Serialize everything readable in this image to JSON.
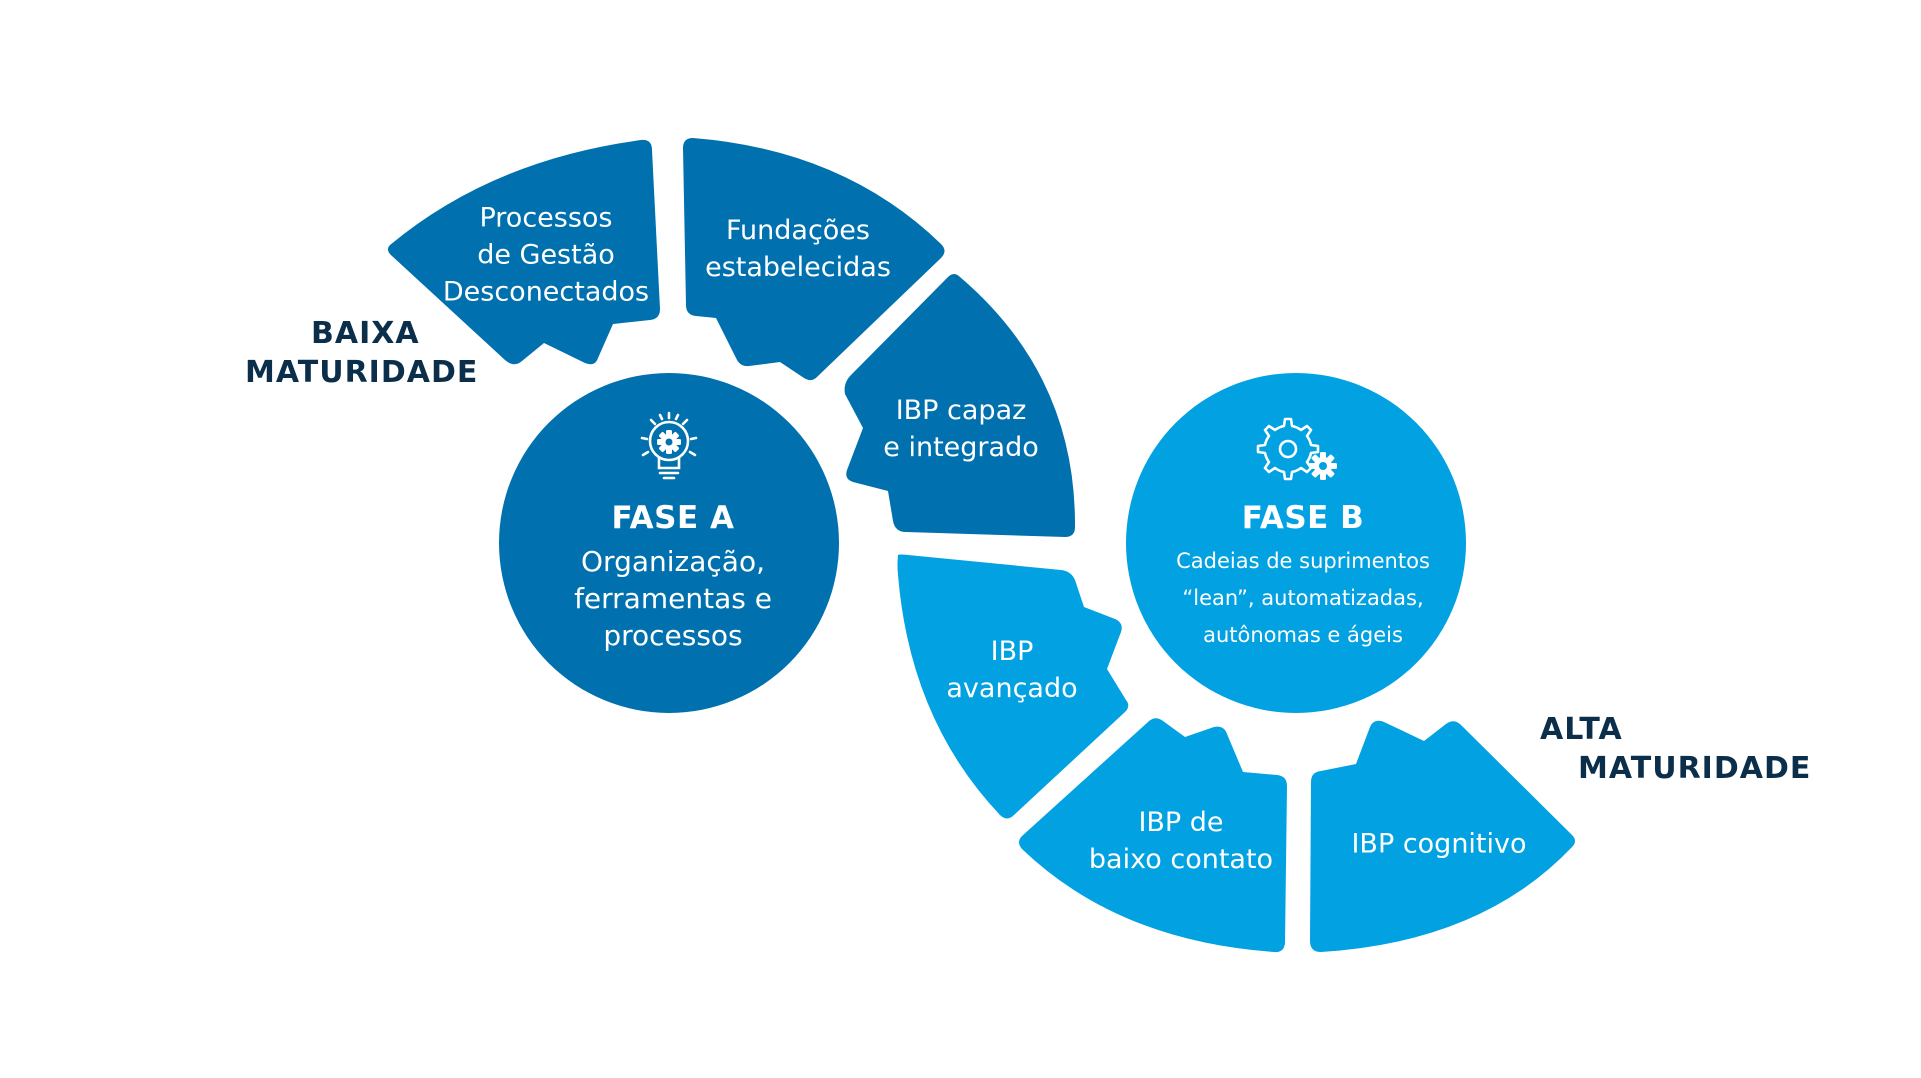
{
  "colors": {
    "dark_blue": "#0071AE",
    "light_blue": "#02A1E2",
    "label_navy": "#0B2E4A",
    "icon_white": "#FFFFFF"
  },
  "labels": {
    "low_maturity": [
      "BAIXA",
      "MATURIDADE"
    ],
    "high_maturity": [
      "ALTA",
      "MATURIDADE"
    ]
  },
  "segments": {
    "s1": [
      "Processos",
      "de Gestão",
      "Desconectados"
    ],
    "s2": [
      "Fundações",
      "estabelecidas"
    ],
    "s3": [
      "IBP capaz",
      "e integrado"
    ],
    "s4": [
      "IBP",
      "avançado"
    ],
    "s5": [
      "IBP de",
      "baixo contato"
    ],
    "s6": [
      "IBP cognitivo"
    ]
  },
  "phases": {
    "a": {
      "icon": "lightbulb-gear-icon",
      "title": "FASE A",
      "body": [
        "Organização,",
        "ferramentas e",
        "processos"
      ]
    },
    "b": {
      "icon": "gears-icon",
      "title": "FASE B",
      "body": [
        "Cadeias de suprimentos",
        "“lean”, automatizadas,",
        "autônomas e ágeis"
      ]
    }
  }
}
